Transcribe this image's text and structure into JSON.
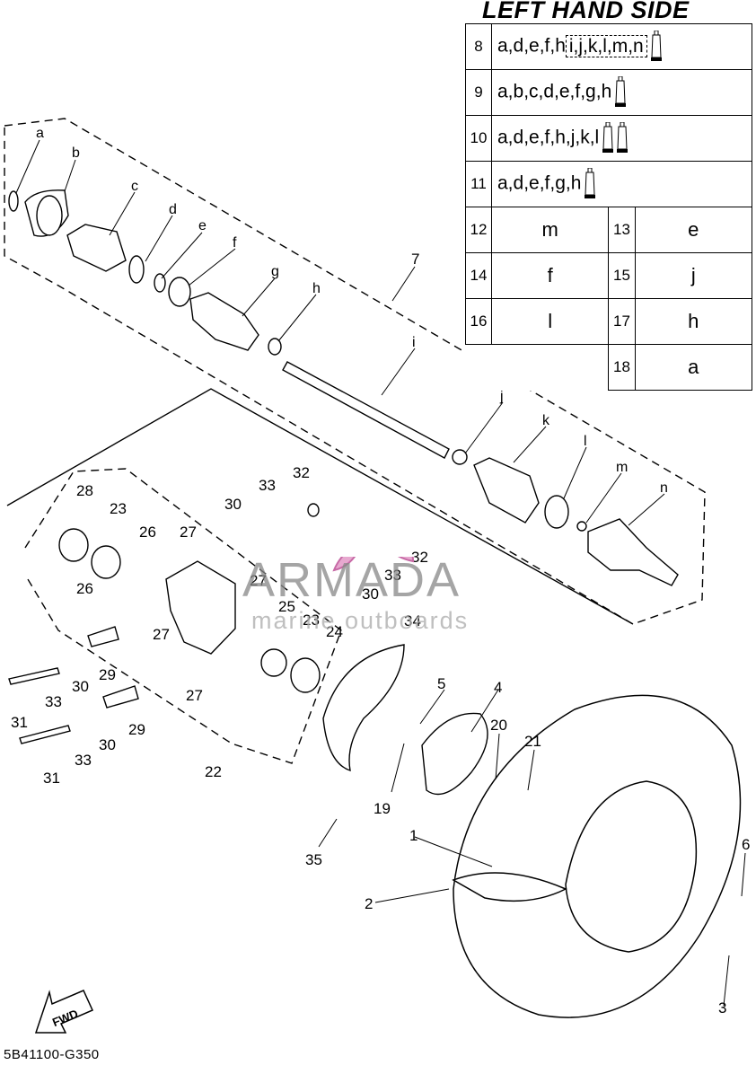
{
  "legend": {
    "title": "LEFT HAND SIDE",
    "rows": [
      {
        "num": "8",
        "parts": "a,d,e,f,h",
        "boxed": "i,j,k,l,m,n",
        "tubes": 1
      },
      {
        "num": "9",
        "parts": "a,b,c,d,e,f,g,h",
        "tubes": 1
      },
      {
        "num": "10",
        "parts": "a,d,e,f,h,j,k,l",
        "tubes": 2
      },
      {
        "num": "11",
        "parts": "a,d,e,f,g,h",
        "tubes": 1
      }
    ],
    "pairs": [
      {
        "left_num": "12",
        "left": "m",
        "right_num": "13",
        "right": "e"
      },
      {
        "left_num": "14",
        "left": "f",
        "right_num": "15",
        "right": "j"
      },
      {
        "left_num": "16",
        "left": "l",
        "right_num": "17",
        "right": "h"
      },
      {
        "left_num": "",
        "left": "",
        "right_num": "18",
        "right": "a"
      }
    ]
  },
  "shaft_letters": {
    "a": "a",
    "b": "b",
    "c": "c",
    "d": "d",
    "e": "e",
    "f": "f",
    "g": "g",
    "h": "h",
    "i": "i",
    "j": "j",
    "k": "k",
    "l": "l",
    "m": "m",
    "n": "n"
  },
  "callouts": {
    "c1": "1",
    "c2": "2",
    "c3": "3",
    "c4": "4",
    "c5": "5",
    "c6": "6",
    "c7": "7",
    "c19": "19",
    "c20": "20",
    "c21": "21",
    "c22": "22",
    "c23a": "23",
    "c23b": "23",
    "c24": "24",
    "c25": "25",
    "c26a": "26",
    "c26b": "26",
    "c27a": "27",
    "c27b": "27",
    "c27c": "27",
    "c27d": "27",
    "c28": "28",
    "c29a": "29",
    "c29b": "29",
    "c30a": "30",
    "c30b": "30",
    "c30c": "30",
    "c30d": "30",
    "c31a": "31",
    "c31b": "31",
    "c32a": "32",
    "c32b": "32",
    "c33a": "33",
    "c33b": "33",
    "c33c": "33",
    "c33d": "33",
    "c34": "34",
    "c35": "35"
  },
  "fwd_label": "FWD",
  "watermark": {
    "brand": "ARMADA",
    "tagline": "marine outboards"
  },
  "drawing_code": "5B41100-G350"
}
